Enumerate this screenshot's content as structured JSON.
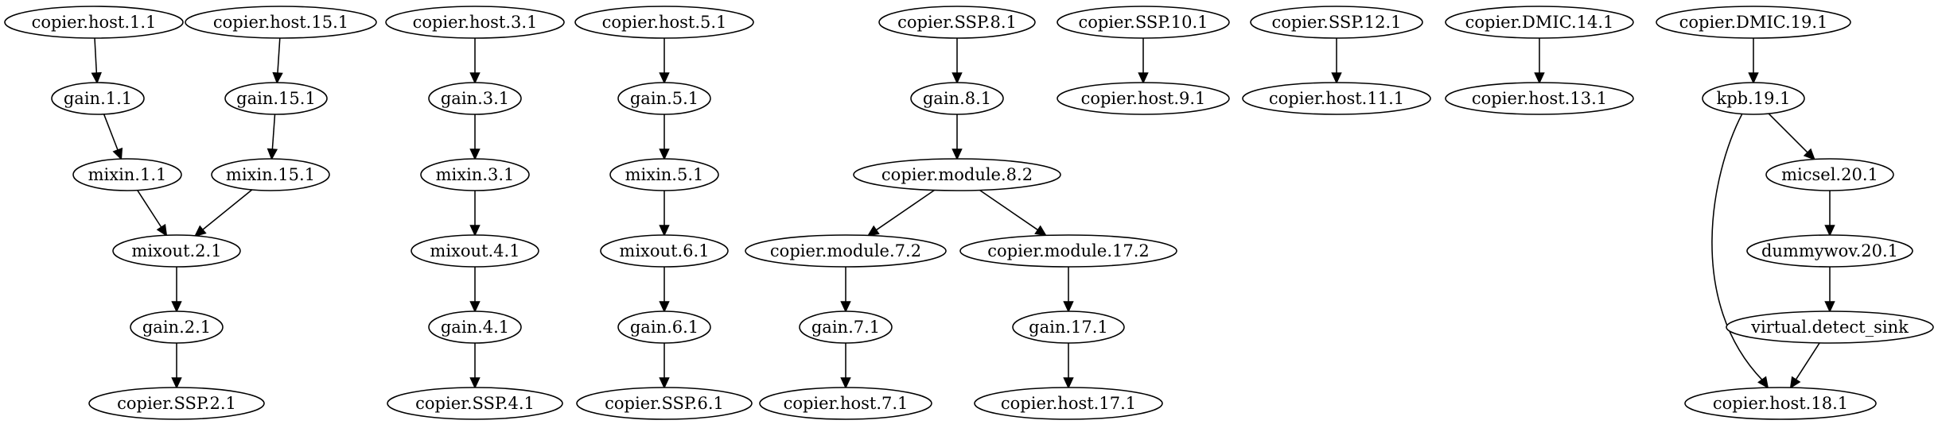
{
  "graph": {
    "colors": {
      "background": "#ffffff",
      "stroke": "#000000",
      "text": "#000000"
    },
    "nodes": [
      {
        "id": "copier.host.1.1",
        "label": "copier.host.1.1"
      },
      {
        "id": "gain.1.1",
        "label": "gain.1.1"
      },
      {
        "id": "mixin.1.1",
        "label": "mixin.1.1"
      },
      {
        "id": "copier.host.15.1",
        "label": "copier.host.15.1"
      },
      {
        "id": "gain.15.1",
        "label": "gain.15.1"
      },
      {
        "id": "mixin.15.1",
        "label": "mixin.15.1"
      },
      {
        "id": "mixout.2.1",
        "label": "mixout.2.1"
      },
      {
        "id": "gain.2.1",
        "label": "gain.2.1"
      },
      {
        "id": "copier.SSP.2.1",
        "label": "copier.SSP.2.1"
      },
      {
        "id": "copier.host.3.1",
        "label": "copier.host.3.1"
      },
      {
        "id": "gain.3.1",
        "label": "gain.3.1"
      },
      {
        "id": "mixin.3.1",
        "label": "mixin.3.1"
      },
      {
        "id": "mixout.4.1",
        "label": "mixout.4.1"
      },
      {
        "id": "gain.4.1",
        "label": "gain.4.1"
      },
      {
        "id": "copier.SSP.4.1",
        "label": "copier.SSP.4.1"
      },
      {
        "id": "copier.host.5.1",
        "label": "copier.host.5.1"
      },
      {
        "id": "gain.5.1",
        "label": "gain.5.1"
      },
      {
        "id": "mixin.5.1",
        "label": "mixin.5.1"
      },
      {
        "id": "mixout.6.1",
        "label": "mixout.6.1"
      },
      {
        "id": "gain.6.1",
        "label": "gain.6.1"
      },
      {
        "id": "copier.SSP.6.1",
        "label": "copier.SSP.6.1"
      },
      {
        "id": "copier.SSP.8.1",
        "label": "copier.SSP.8.1"
      },
      {
        "id": "gain.8.1",
        "label": "gain.8.1"
      },
      {
        "id": "copier.module.8.2",
        "label": "copier.module.8.2"
      },
      {
        "id": "copier.module.7.2",
        "label": "copier.module.7.2"
      },
      {
        "id": "gain.7.1",
        "label": "gain.7.1"
      },
      {
        "id": "copier.host.7.1",
        "label": "copier.host.7.1"
      },
      {
        "id": "copier.module.17.2",
        "label": "copier.module.17.2"
      },
      {
        "id": "gain.17.1",
        "label": "gain.17.1"
      },
      {
        "id": "copier.host.17.1",
        "label": "copier.host.17.1"
      },
      {
        "id": "copier.SSP.10.1",
        "label": "copier.SSP.10.1"
      },
      {
        "id": "copier.host.9.1",
        "label": "copier.host.9.1"
      },
      {
        "id": "copier.SSP.12.1",
        "label": "copier.SSP.12.1"
      },
      {
        "id": "copier.host.11.1",
        "label": "copier.host.11.1"
      },
      {
        "id": "copier.DMIC.14.1",
        "label": "copier.DMIC.14.1"
      },
      {
        "id": "copier.host.13.1",
        "label": "copier.host.13.1"
      },
      {
        "id": "copier.DMIC.19.1",
        "label": "copier.DMIC.19.1"
      },
      {
        "id": "kpb.19.1",
        "label": "kpb.19.1"
      },
      {
        "id": "micsel.20.1",
        "label": "micsel.20.1"
      },
      {
        "id": "dummywov.20.1",
        "label": "dummywov.20.1"
      },
      {
        "id": "virtual.detect_sink",
        "label": "virtual.detect_sink"
      },
      {
        "id": "copier.host.18.1",
        "label": "copier.host.18.1"
      }
    ],
    "edges": [
      {
        "from": "copier.host.1.1",
        "to": "gain.1.1"
      },
      {
        "from": "gain.1.1",
        "to": "mixin.1.1"
      },
      {
        "from": "mixin.1.1",
        "to": "mixout.2.1"
      },
      {
        "from": "copier.host.15.1",
        "to": "gain.15.1"
      },
      {
        "from": "gain.15.1",
        "to": "mixin.15.1"
      },
      {
        "from": "mixin.15.1",
        "to": "mixout.2.1"
      },
      {
        "from": "mixout.2.1",
        "to": "gain.2.1"
      },
      {
        "from": "gain.2.1",
        "to": "copier.SSP.2.1"
      },
      {
        "from": "copier.host.3.1",
        "to": "gain.3.1"
      },
      {
        "from": "gain.3.1",
        "to": "mixin.3.1"
      },
      {
        "from": "mixin.3.1",
        "to": "mixout.4.1"
      },
      {
        "from": "mixout.4.1",
        "to": "gain.4.1"
      },
      {
        "from": "gain.4.1",
        "to": "copier.SSP.4.1"
      },
      {
        "from": "copier.host.5.1",
        "to": "gain.5.1"
      },
      {
        "from": "gain.5.1",
        "to": "mixin.5.1"
      },
      {
        "from": "mixin.5.1",
        "to": "mixout.6.1"
      },
      {
        "from": "mixout.6.1",
        "to": "gain.6.1"
      },
      {
        "from": "gain.6.1",
        "to": "copier.SSP.6.1"
      },
      {
        "from": "copier.SSP.8.1",
        "to": "gain.8.1"
      },
      {
        "from": "gain.8.1",
        "to": "copier.module.8.2"
      },
      {
        "from": "copier.module.8.2",
        "to": "copier.module.7.2"
      },
      {
        "from": "copier.module.8.2",
        "to": "copier.module.17.2"
      },
      {
        "from": "copier.module.7.2",
        "to": "gain.7.1"
      },
      {
        "from": "gain.7.1",
        "to": "copier.host.7.1"
      },
      {
        "from": "copier.module.17.2",
        "to": "gain.17.1"
      },
      {
        "from": "gain.17.1",
        "to": "copier.host.17.1"
      },
      {
        "from": "copier.SSP.10.1",
        "to": "copier.host.9.1"
      },
      {
        "from": "copier.SSP.12.1",
        "to": "copier.host.11.1"
      },
      {
        "from": "copier.DMIC.14.1",
        "to": "copier.host.13.1"
      },
      {
        "from": "copier.DMIC.19.1",
        "to": "kpb.19.1"
      },
      {
        "from": "kpb.19.1",
        "to": "micsel.20.1"
      },
      {
        "from": "kpb.19.1",
        "to": "copier.host.18.1"
      },
      {
        "from": "micsel.20.1",
        "to": "dummywov.20.1"
      },
      {
        "from": "dummywov.20.1",
        "to": "virtual.detect_sink"
      },
      {
        "from": "virtual.detect_sink",
        "to": "copier.host.18.1"
      }
    ]
  }
}
